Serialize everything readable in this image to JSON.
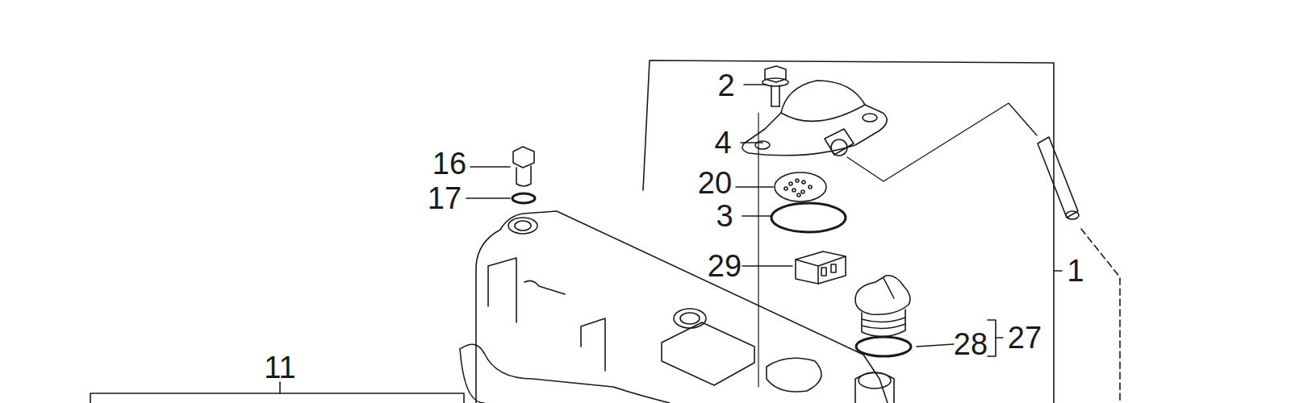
{
  "diagram": {
    "labels": [
      "2",
      "16",
      "4",
      "20",
      "17",
      "3",
      "29",
      "1",
      "28",
      "27",
      "11"
    ]
  }
}
